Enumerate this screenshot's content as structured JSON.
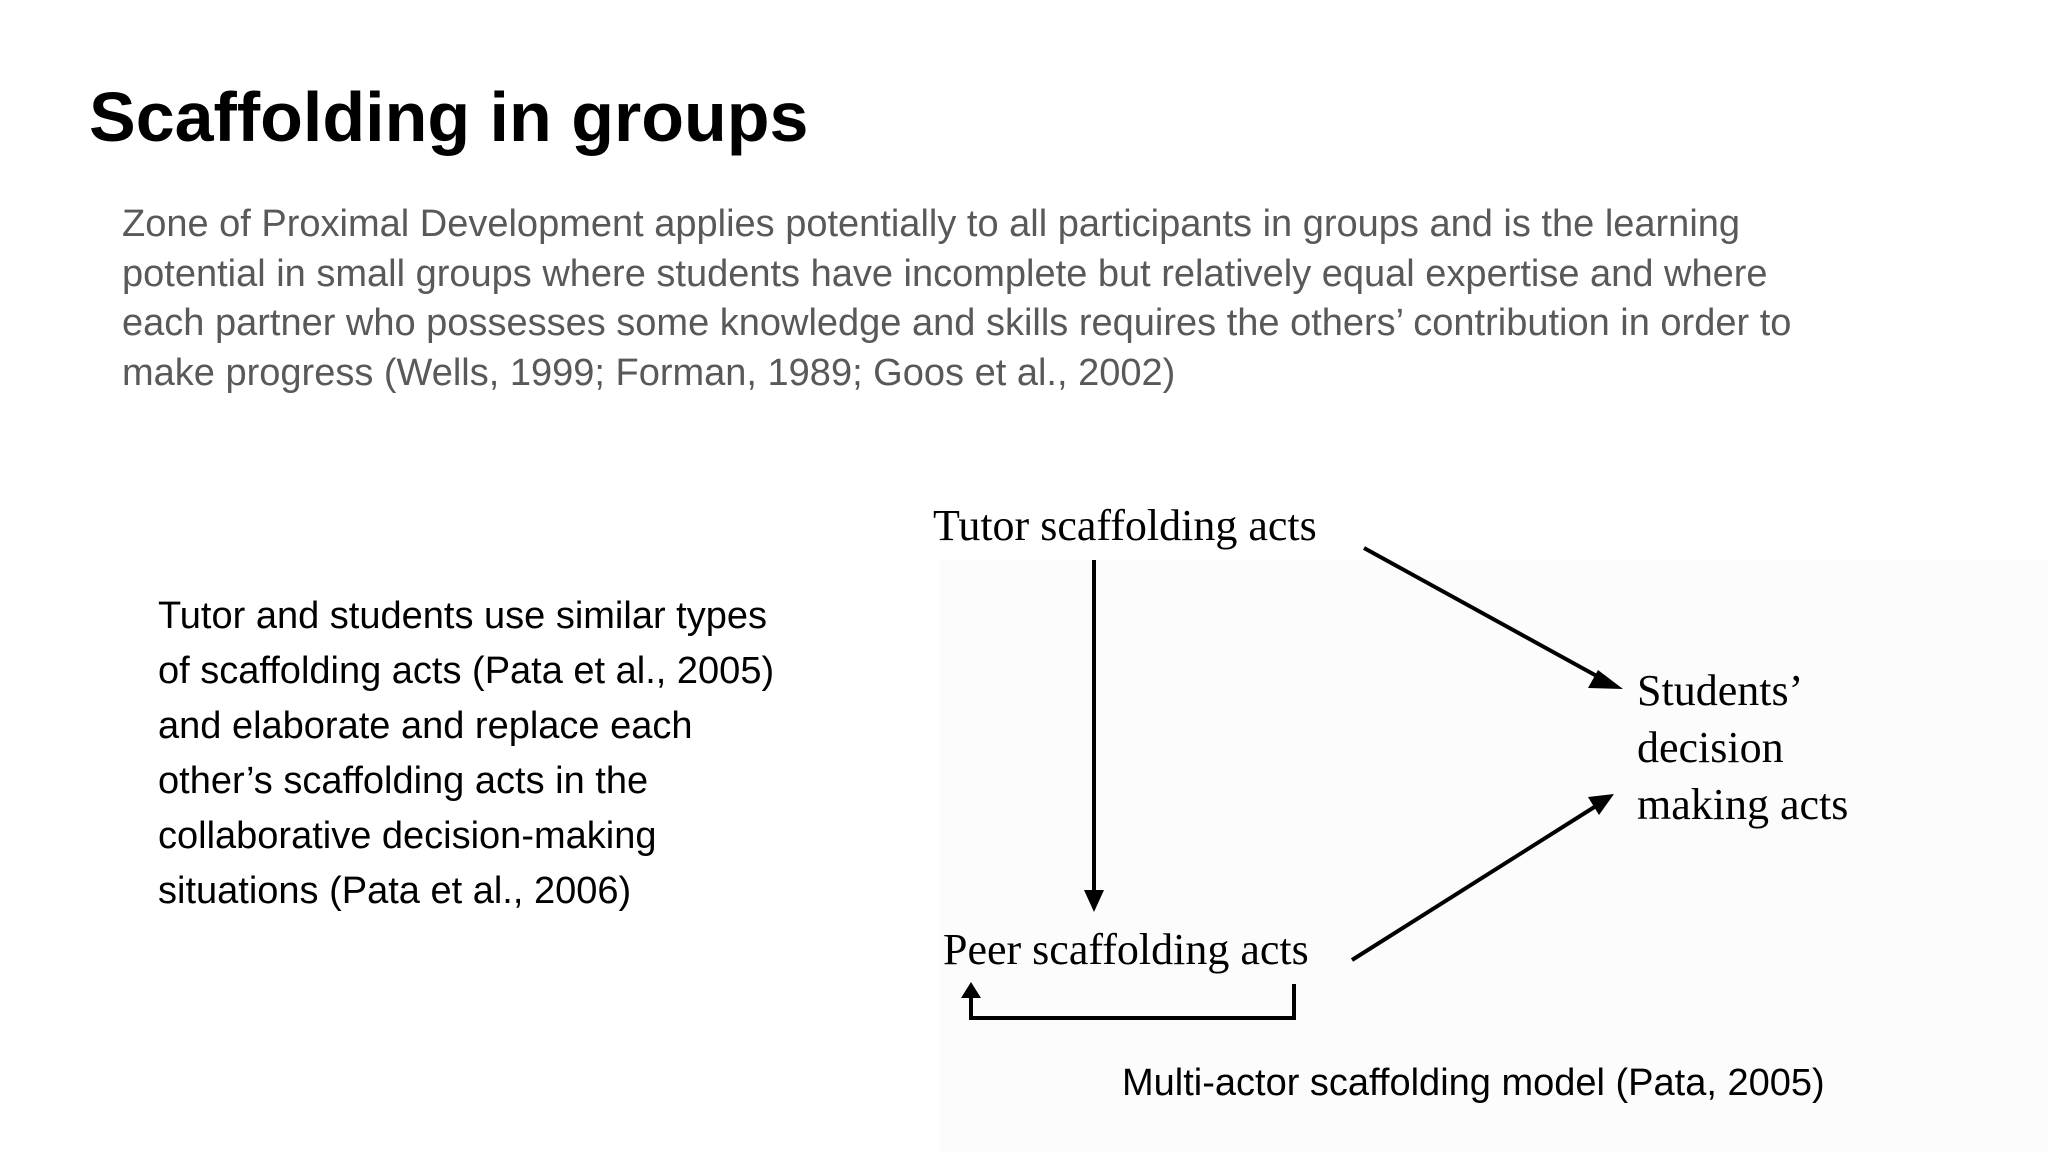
{
  "slide": {
    "title": "Scaffolding in groups",
    "intro_lines": [
      "Zone of Proximal Development applies potentially to all participants in groups and is the learning",
      "potential in small groups where students have incomplete but relatively equal expertise and where",
      "each partner who possesses some knowledge and skills requires the others’ contribution in order to",
      "make progress (Wells, 1999; Forman, 1989; Goos et al., 2002)"
    ],
    "side_text_lines": [
      "Tutor and students use similar types",
      "of scaffolding acts (Pata et al., 2005)",
      "and elaborate and replace each",
      "other’s scaffolding acts in the",
      "collaborative decision-making",
      "situations (Pata et al., 2006)"
    ]
  },
  "diagram": {
    "nodes": {
      "tutor": "Tutor scaffolding acts",
      "peer": "Peer scaffolding acts",
      "students_lines": [
        "Students’",
        "decision",
        "making acts"
      ]
    },
    "caption": "Multi-actor scaffolding model (Pata, 2005)"
  }
}
